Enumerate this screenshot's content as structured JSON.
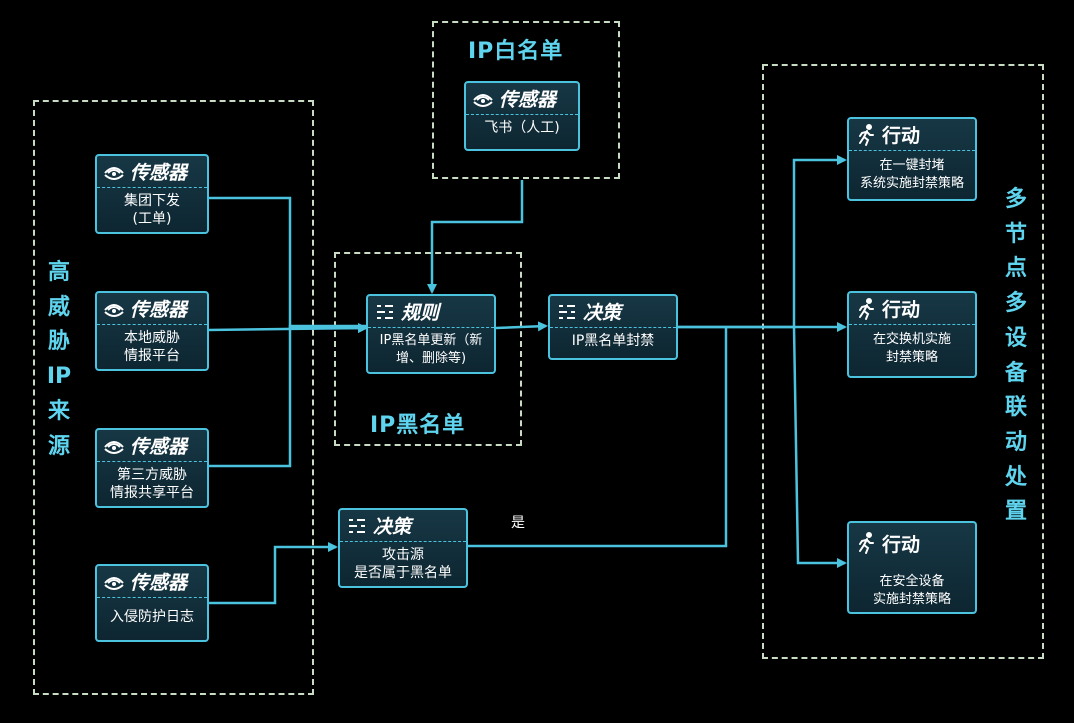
{
  "groups": {
    "threat_sources": "高威胁IP来源",
    "whitelist": "IP白名单",
    "blacklist": "IP黑名单",
    "linkage": "多节点多设备联动处置"
  },
  "nodes": {
    "sensor_group": {
      "type_label": "传感器",
      "text": "集团下发\n(工单)"
    },
    "sensor_local": {
      "type_label": "传感器",
      "text": "本地威胁\n情报平台"
    },
    "sensor_third": {
      "type_label": "传感器",
      "text": "第三方威胁\n情报共享平台"
    },
    "sensor_ips": {
      "type_label": "传感器",
      "text": "入侵防护日志"
    },
    "sensor_feishu": {
      "type_label": "传感器",
      "text": "飞书（人工)"
    },
    "rule_update": {
      "type_label": "规则",
      "text": "IP黑名单更新（新\n增、删除等)"
    },
    "decision_block": {
      "type_label": "决策",
      "text": "IP黑名单封禁"
    },
    "decision_check": {
      "type_label": "决策",
      "text": "攻击源\n是否属于黑名单"
    },
    "action_oneclick": {
      "type_label": "行动",
      "text": "在一键封堵\n系统实施封禁策略"
    },
    "action_switch": {
      "type_label": "行动",
      "text": "在交换机实施\n封禁策略"
    },
    "action_security": {
      "type_label": "行动",
      "text": "在安全设备\n实施封禁策略"
    }
  },
  "edge_labels": {
    "yes": "是"
  },
  "colors": {
    "accent": "#4bc2de",
    "title": "#5fd4ee",
    "border": "#c8dcc4",
    "background": "#000000"
  },
  "icons": {
    "sensor": "sensor-wave-icon",
    "rule": "list-icon",
    "decision": "list-icon",
    "action": "running-person-icon"
  }
}
